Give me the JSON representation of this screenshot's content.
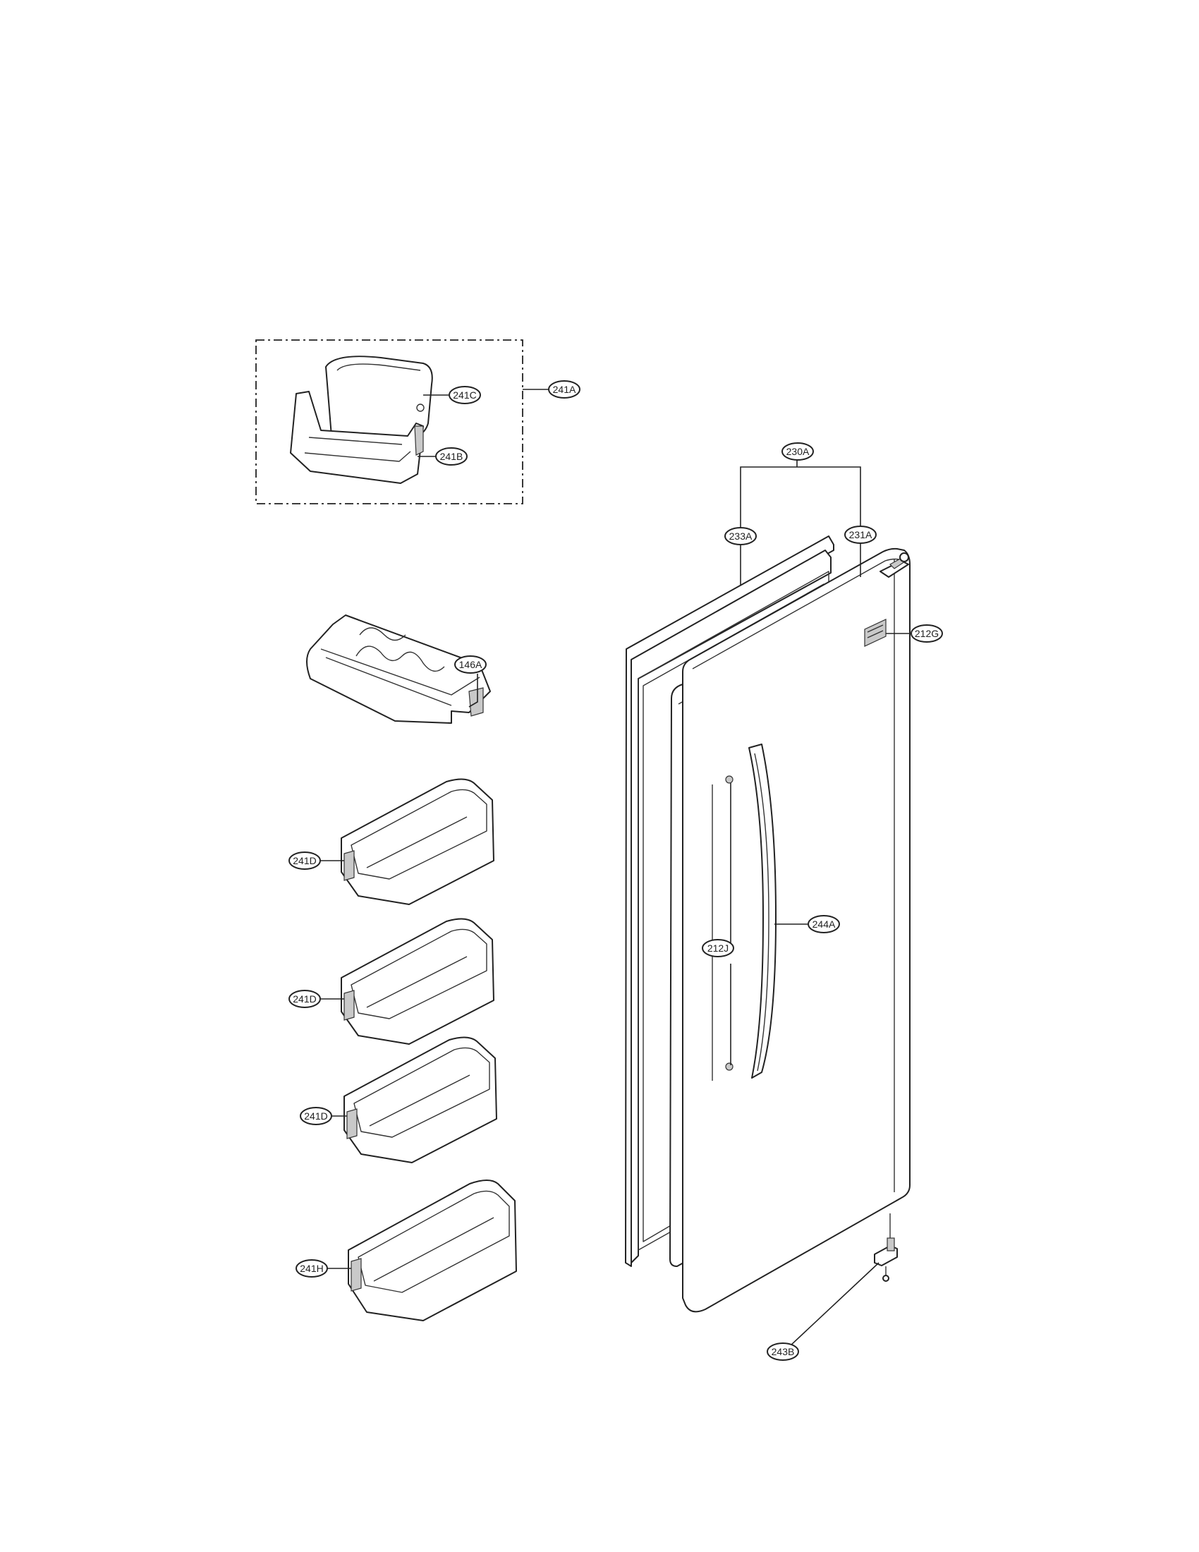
{
  "callouts": {
    "c241A": "241A",
    "c241C": "241C",
    "c241B": "241B",
    "c230A": "230A",
    "c233A": "233A",
    "c231A": "231A",
    "c212G": "212G",
    "c146A": "146A",
    "c241D_1": "241D",
    "c241D_2": "241D",
    "c241D_3": "241D",
    "c241H": "241H",
    "c244A": "244A",
    "c212J": "212J",
    "c243B": "243B"
  }
}
